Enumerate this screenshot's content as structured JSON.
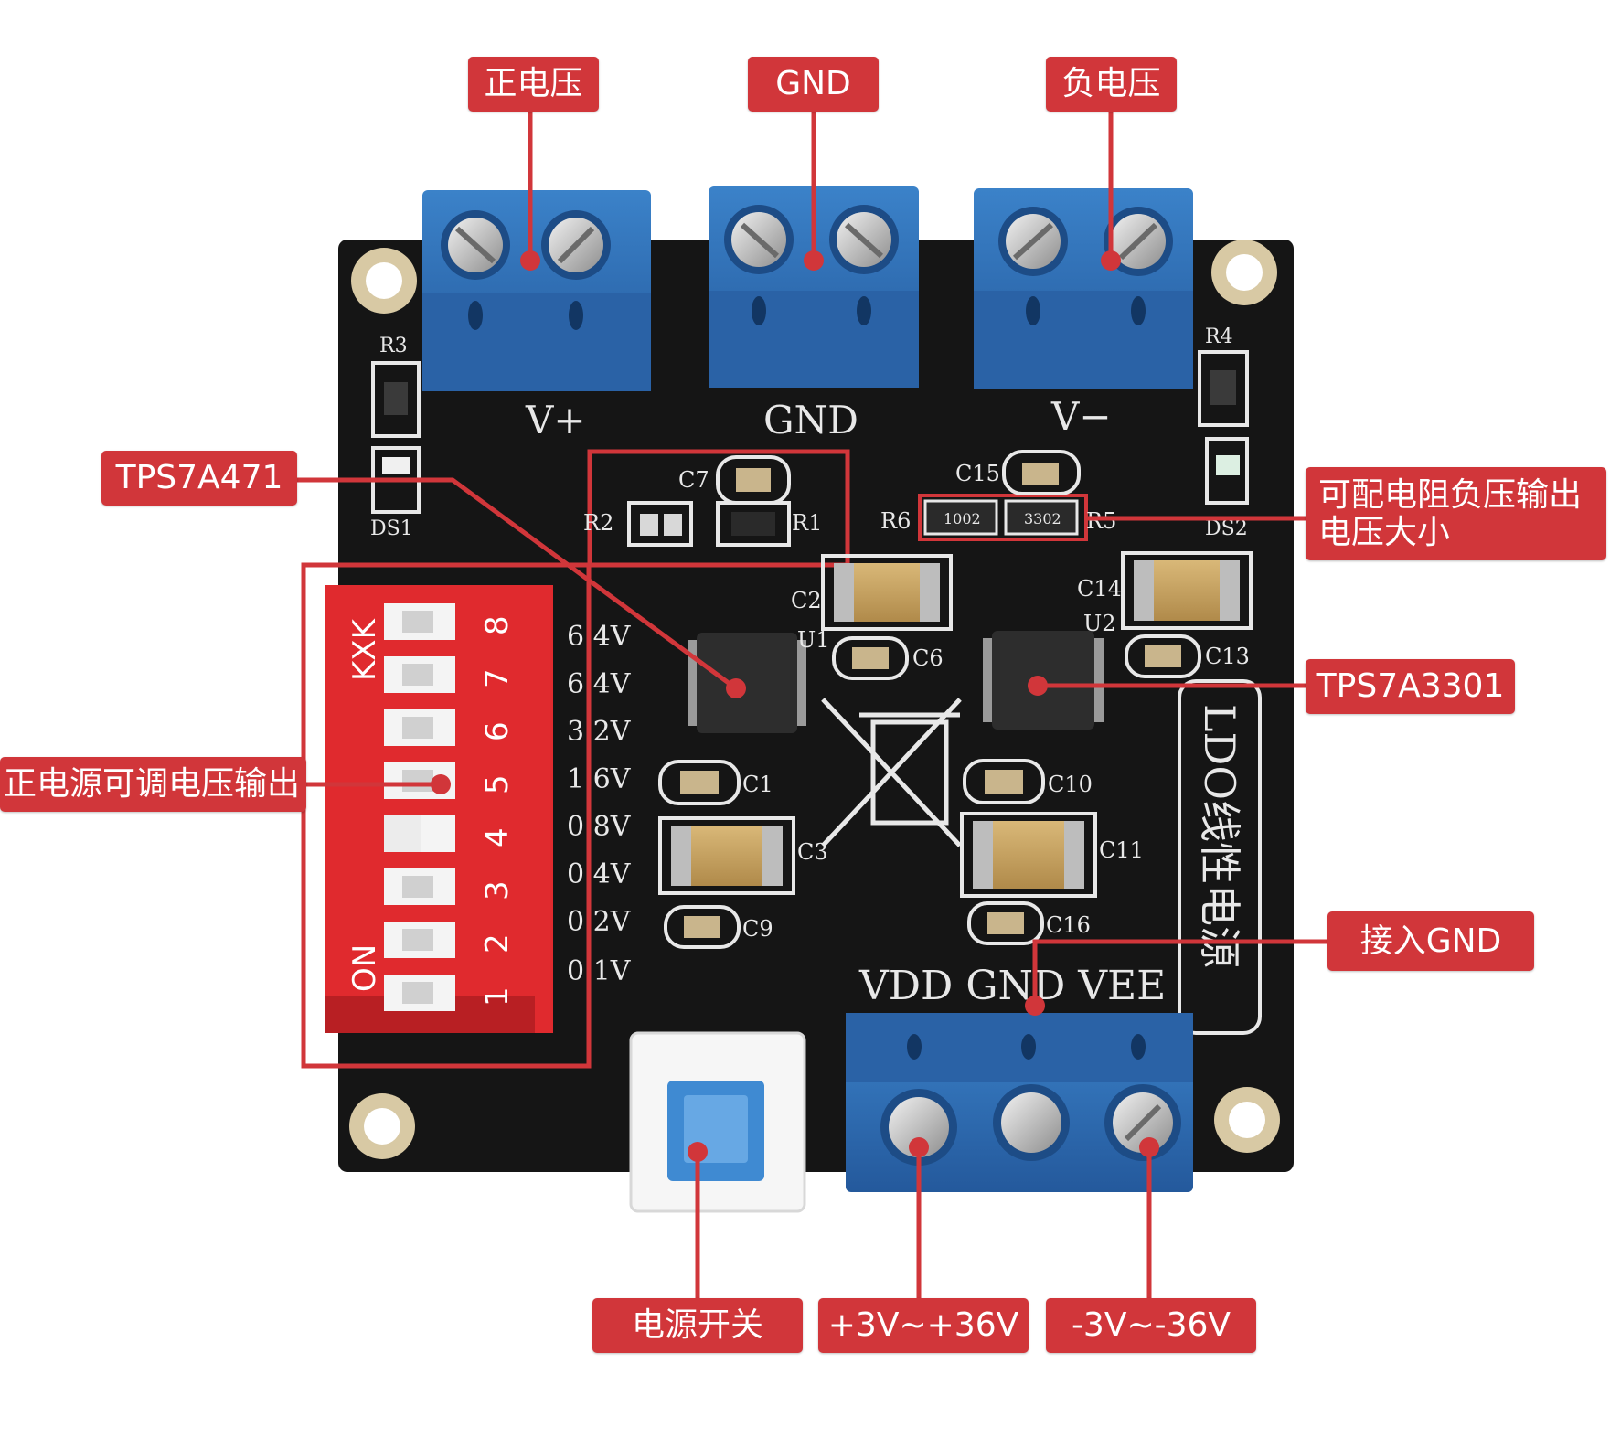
{
  "colors": {
    "callout": "#d1363a",
    "pcb": "#151515",
    "terminal_blue": "#2f6fb7",
    "dip_red": "#e02a2e",
    "silkscreen": "#e8e8e8"
  },
  "callouts": {
    "positive_voltage": "正电压",
    "gnd_top": "GND",
    "negative_voltage": "负电压",
    "tps7a471": "TPS7A471",
    "negative_resistor_line1": "可配电阻负压输出",
    "negative_resistor_line2": "电压大小",
    "positive_adjust": "正电源可调电压输出",
    "tps7a3301": "TPS7A3301",
    "connect_gnd": "接入GND",
    "power_switch": "电源开关",
    "pos_range": "+3V~+36V",
    "neg_range": "-3V~-36V"
  },
  "silkscreen": {
    "terminal_vplus": "V+",
    "terminal_gnd": "GND",
    "terminal_vminus": "V−",
    "bottom_terminal": "VDD GND VEE",
    "ldo_label": "LDO线性电源",
    "dip_brand": "KXK",
    "dip_on": "ON",
    "dip_numbers": [
      "8",
      "7",
      "6",
      "5",
      "4",
      "3",
      "2",
      "1"
    ],
    "dip_voltages": [
      "6.4V",
      "6.4V",
      "3.2V",
      "1.6V",
      "0.8V",
      "0.4V",
      "0.2V",
      "0.1V"
    ],
    "refs": {
      "r3": "R3",
      "r4": "R4",
      "ds1": "DS1",
      "ds2": "DS2",
      "c7": "C7",
      "r2": "R2",
      "r1": "R1",
      "c15": "C15",
      "r6": "R6",
      "r5": "R5",
      "c2": "C2",
      "u1": "U1",
      "c6": "C6",
      "c14": "C14",
      "u2": "U2",
      "c13": "C13",
      "c1": "C1",
      "c3": "C3",
      "c9": "C9",
      "c10": "C10",
      "c11": "C11",
      "c16": "C16"
    },
    "resistor_codes": {
      "r6": "1002",
      "r5": "3302"
    }
  }
}
